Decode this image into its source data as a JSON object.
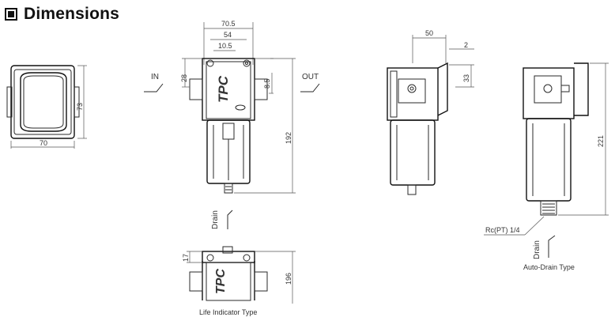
{
  "header": {
    "title": "Dimensions"
  },
  "top_view": {
    "width": "70",
    "depth": "73"
  },
  "front_view": {
    "w_overall": "70.5",
    "w_mount": "54",
    "w_hole": "10.5",
    "h_top": "28",
    "h_port": "8.5",
    "h_total": "192",
    "in_label": "IN",
    "out_label": "OUT",
    "drain_label": "Drain",
    "logo": "TPC"
  },
  "side_view": {
    "offset": "50",
    "bracket": "2",
    "bracket_h": "33"
  },
  "auto_drain": {
    "height": "221",
    "port": "Rc(PT) 1/4",
    "drain_label": "Drain",
    "caption": "Auto-Drain Type"
  },
  "life_indicator": {
    "offset": "17",
    "height": "196",
    "caption": "Life Indicator Type",
    "logo": "TPC"
  }
}
